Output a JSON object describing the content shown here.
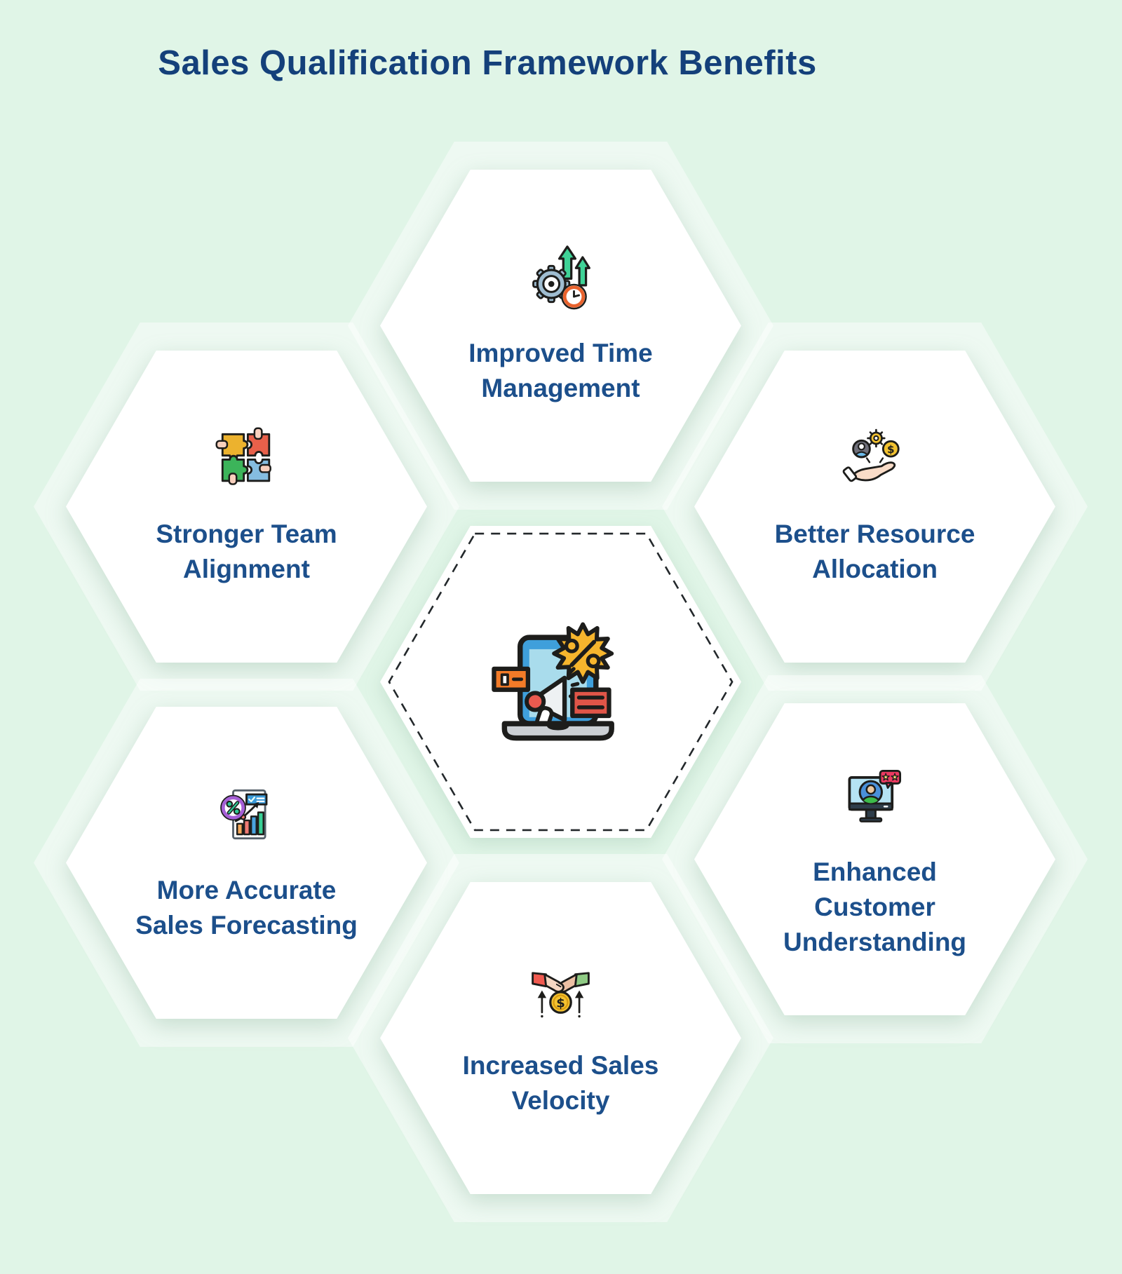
{
  "title": "Sales Qualification Framework Benefits",
  "colors": {
    "background": "#e0f5e7",
    "hexagon_fill": "#ffffff",
    "title_text": "#14407a",
    "label_text": "#1c4f8b",
    "dashed_border": "#23282b"
  },
  "center_hexagon": {
    "icon": "laptop-promotion-icon",
    "border_style": "dashed"
  },
  "benefits": [
    {
      "id": "improved-time-management",
      "icon": "time-management-icon",
      "lines": [
        "Improved Time",
        "Management"
      ]
    },
    {
      "id": "stronger-team-alignment",
      "icon": "team-alignment-icon",
      "lines": [
        "Stronger Team",
        "Alignment"
      ]
    },
    {
      "id": "better-resource-allocation",
      "icon": "resource-allocation-icon",
      "lines": [
        "Better Resource",
        "Allocation"
      ]
    },
    {
      "id": "more-accurate-sales-forecasting",
      "icon": "sales-forecasting-icon",
      "lines": [
        "More Accurate",
        "Sales Forecasting"
      ]
    },
    {
      "id": "enhanced-customer-understanding",
      "icon": "customer-understanding-icon",
      "lines": [
        "Enhanced",
        "Customer",
        "Understanding"
      ]
    },
    {
      "id": "increased-sales-velocity",
      "icon": "sales-velocity-icon",
      "lines": [
        "Increased Sales",
        "Velocity"
      ]
    }
  ]
}
